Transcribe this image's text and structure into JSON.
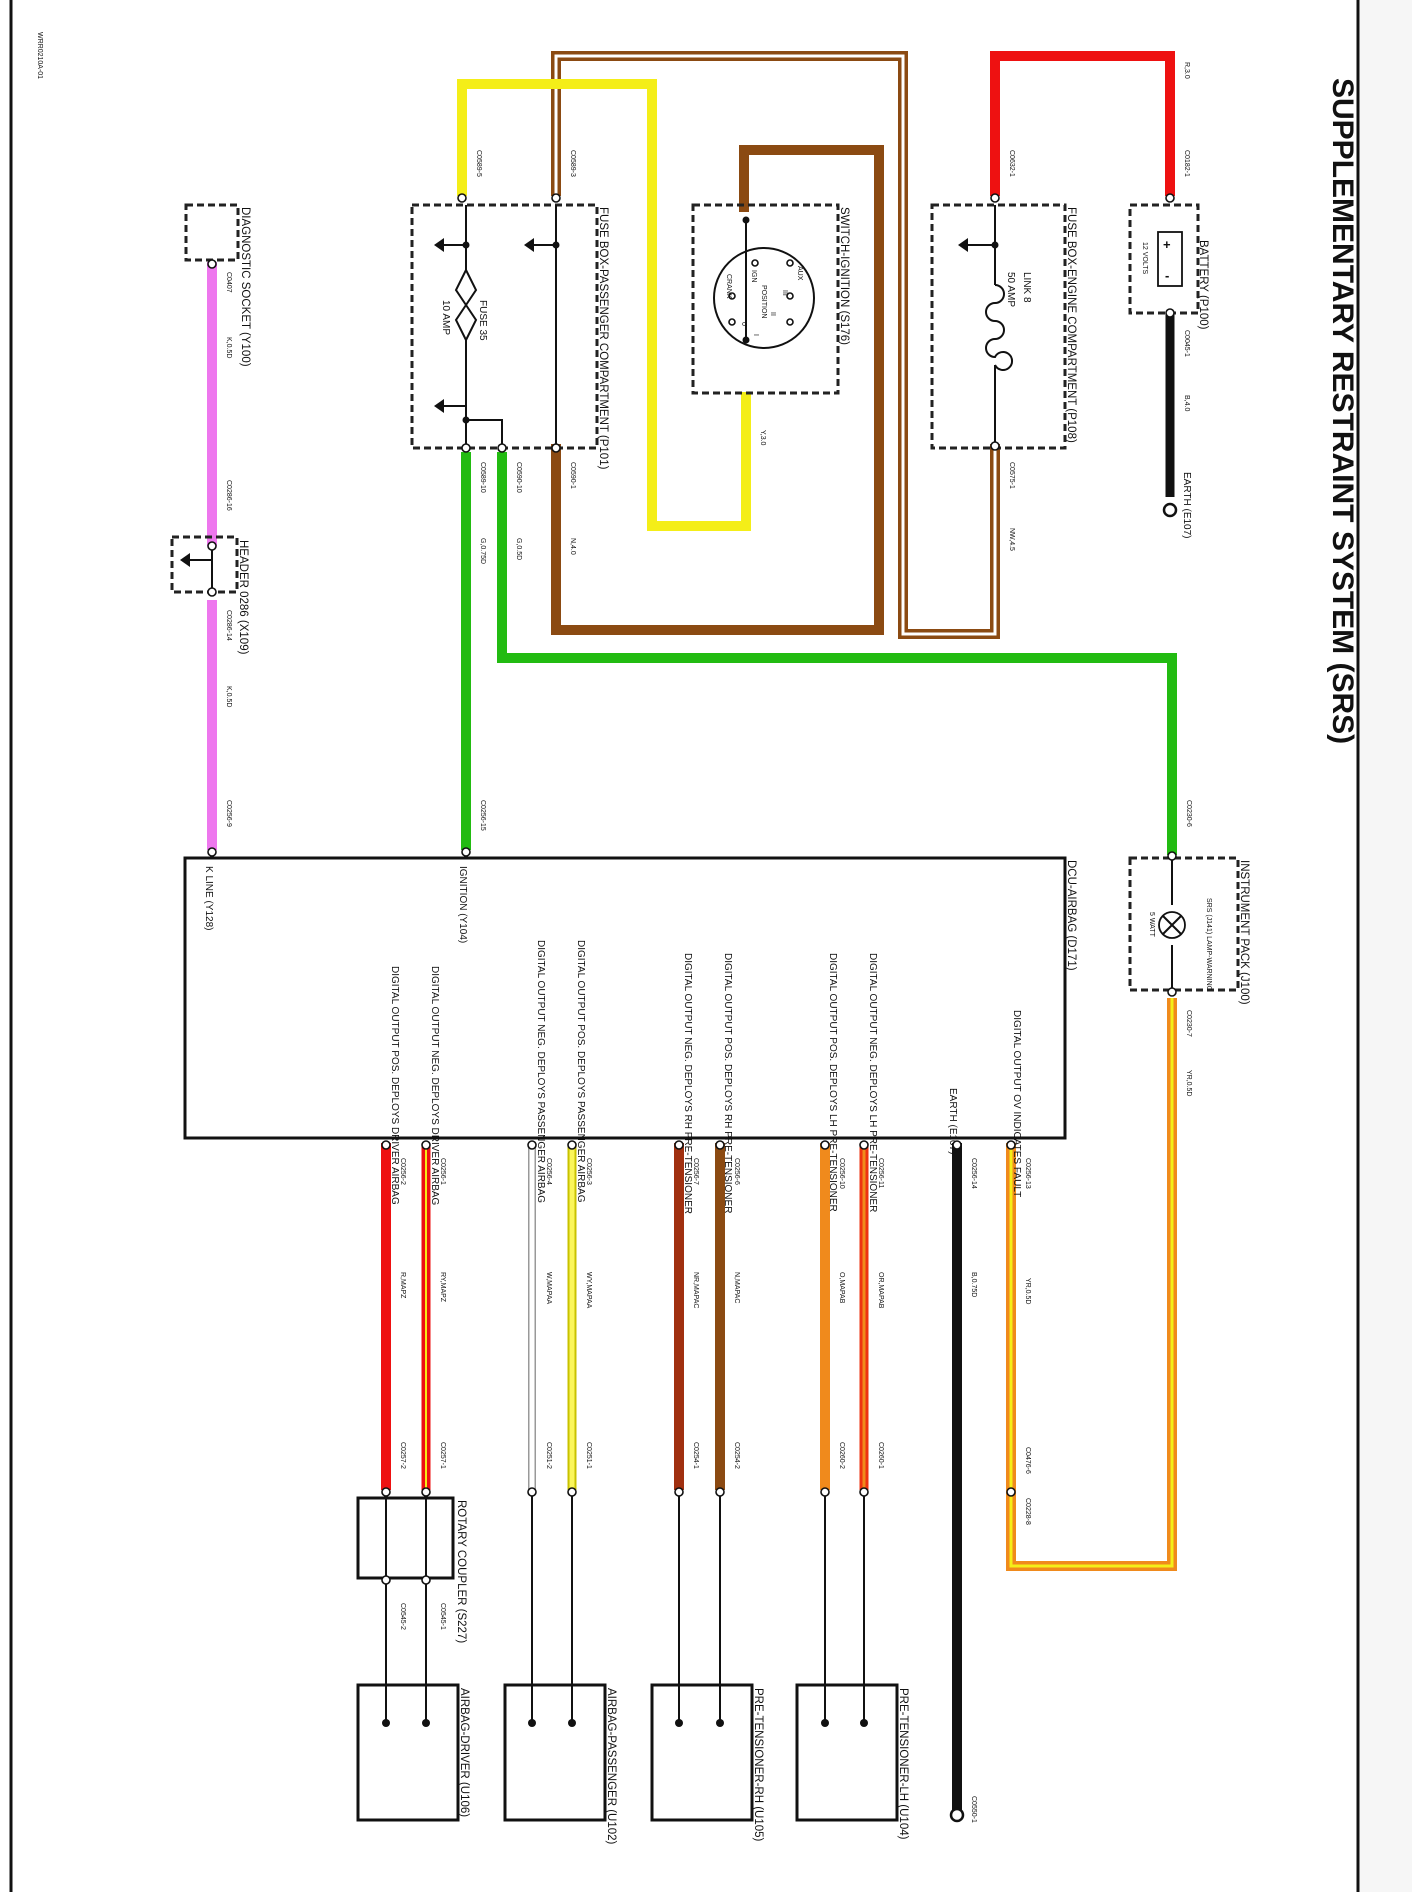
{
  "title": "SUPPLEMENTARY RESTRAINT SYSTEM (SRS)",
  "drawing_ref": "WRR0210A-01",
  "components": {
    "battery": "BATTERY (P100)",
    "battery_volts": "12 VOLTS",
    "earth_main": "EARTH (E107)",
    "fuse_engine": "FUSE BOX-ENGINE COMPARTMENT (P108)",
    "link": "LINK 8",
    "link_rating": "50 AMP",
    "ignition_switch": "SWITCH-IGNITION (S176)",
    "switch_positions": [
      "POSITION",
      "IGN",
      "AUX",
      "CRANK",
      "I",
      "II",
      "III",
      "0"
    ],
    "fuse_passenger": "FUSE BOX-PASSENGER COMPARTMENT (P101)",
    "fuse": "FUSE 35",
    "fuse_rating": "10 AMP",
    "diag_socket": "DIAGNOSTIC SOCKET (Y100)",
    "header": "HEADER 0286 (X109)",
    "instrument_pack": "INSTRUMENT PACK (J100)",
    "srs_lamp": "SRS (J141) LAMP-WARNING",
    "srs_lamp_rating": "5 WATT",
    "dcu": "DCU-AIRBAG (D171)",
    "rotary": "ROTARY COUPLER (S227)",
    "pretens_lh": "PRE-TENSIONER-LH (U104)",
    "pretens_rh": "PRE-TENSIONER-RH (U105)",
    "airbag_pass": "AIRBAG-PASSENGER (U102)",
    "airbag_drv": "AIRBAG-DRIVER (U106)"
  },
  "dcu_pins": {
    "ignition": "IGNITION (Y104)",
    "kline": "K LINE (Y128)",
    "fault": "DIGITAL OUTPUT OV INDICATES FAULT",
    "earth": "EARTH (E107)",
    "lh_neg": "DIGITAL OUTPUT NEG. DEPLOYS LH PRE-TENSIONER",
    "lh_pos": "DIGITAL OUTPUT POS. DEPLOYS LH PRE-TENSIONER",
    "rh_pos": "DIGITAL OUTPUT POS. DEPLOYS RH PRE-TENSIONER",
    "rh_neg": "DIGITAL OUTPUT NEG. DEPLOYS RH PRE-TENSIONER",
    "pass_pos": "DIGITAL OUTPUT POS. DEPLOYS PASSENGER AIRBAG",
    "pass_neg": "DIGITAL OUTPUT NEG. DEPLOYS PASSENGER AIRBAG",
    "drv_neg": "DIGITAL OUTPUT NEG. DEPLOYS DRIVER AIRBAG",
    "drv_pos": "DIGITAL OUTPUT POS. DEPLOYS DRIVER AIRBAG"
  },
  "connectors": {
    "c0182_1": "C0182-1",
    "c0045_1": "C0045-1",
    "c0632_1": "C0632-1",
    "c0575_1": "C0575-1",
    "c0589_5": "C0589-5",
    "c0589_3": "C0589-3",
    "c0589_10": "C0589-10",
    "c0590_10": "C0590-10",
    "c0590_1": "C0590-1",
    "c0407": "C0407",
    "c0286_16": "C0286-16",
    "c0286_14": "C0286-14",
    "c0256_9": "C0256-9",
    "c0256_15": "C0256-15",
    "c0230_6": "C0230-6",
    "c0230_7": "C0230-7",
    "c0256_13": "C0256-13",
    "c0256_14": "C0256-14",
    "c0256_11": "C0256-11",
    "c0256_10": "C0256-10",
    "c0256_6": "C0256-6",
    "c0256_7": "C0256-7",
    "c0256_3": "C0256-3",
    "c0256_4": "C0256-4",
    "c0256_1": "C0256-1",
    "c0256_2": "C0256-2",
    "c0476_6": "C0476-6",
    "c0228_8": "C0228-8",
    "c0260_1": "C0260-1",
    "c0260_2": "C0260-2",
    "c0254_2": "C0254-2",
    "c0254_1": "C0254-1",
    "c0251_1": "C0251-1",
    "c0251_2": "C0251-2",
    "c0257_1": "C0257-1",
    "c0257_2": "C0257-2",
    "c0545_1": "C0545-1",
    "c0545_2": "C0545-2",
    "c0550_1": "C0550-1"
  },
  "wire_labels": {
    "r30": "R,3.0",
    "b40": "B,4.0",
    "nw45": "NW,4.5",
    "y30": "Y,3.0",
    "n40": "N,4.0",
    "g075a": "G,0.75D",
    "g05": "G,0.5D",
    "k05": "K,0.5D",
    "k05b": "K,0.5D",
    "yr05a": "YR,0.5D",
    "yr05b": "YR,0.5D",
    "b075": "B,0.75D",
    "or": "OR,MAPAB",
    "o": "O,MAPAB",
    "n": "N,MAPAC",
    "nr": "NR,MAPAC",
    "wy": "WY,MAPAA",
    "w": "W,MAPAA",
    "ry": "RY,MAPZ",
    "r": "R,MAPZ"
  },
  "colors": {
    "red": "#ee1111",
    "black": "#111111",
    "brown": "#8b4a12",
    "yellow": "#f4ee18",
    "green": "#22bb11",
    "pink": "#ee77ee",
    "orange": "#f08a1c",
    "dark_red": "#a03010",
    "white": "#ffffff"
  }
}
